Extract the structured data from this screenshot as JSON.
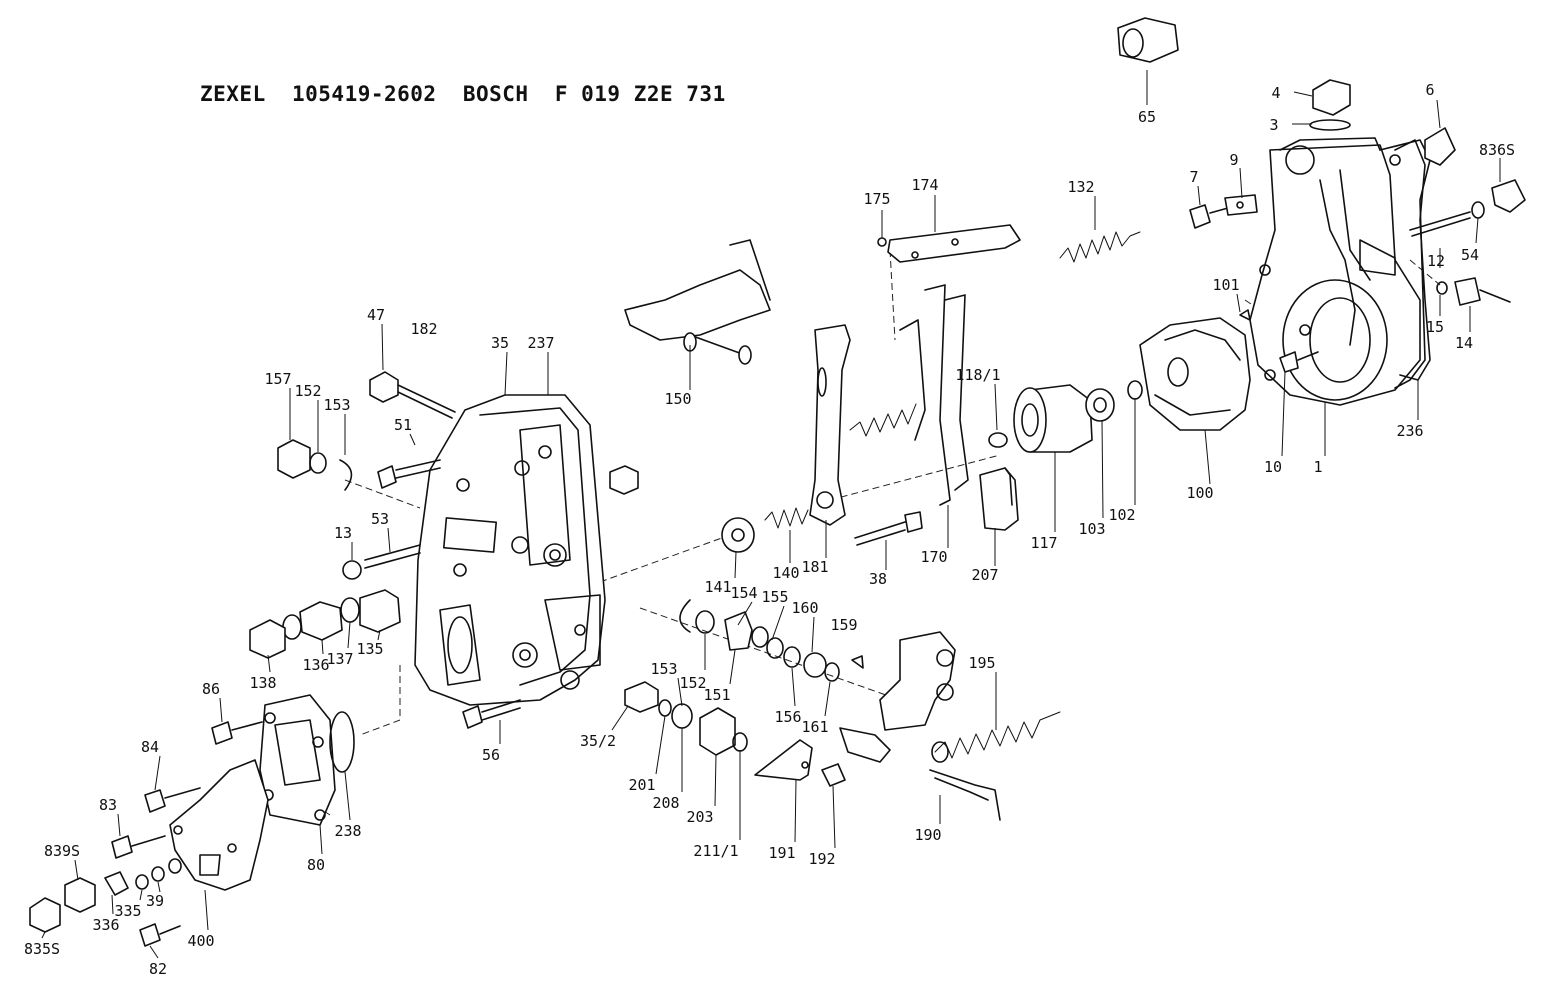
{
  "title": "ZEXEL  105419-2602  BOSCH  F 019 Z2E 731",
  "part_numbers": [
    "65",
    "4",
    "3",
    "6",
    "836S",
    "9",
    "7",
    "12",
    "54",
    "15",
    "14",
    "175",
    "174",
    "132",
    "101",
    "236",
    "10",
    "1",
    "100",
    "118/1",
    "102",
    "103",
    "117",
    "47",
    "182",
    "35",
    "237",
    "157",
    "152",
    "153",
    "51",
    "150",
    "13",
    "53",
    "181",
    "170",
    "207",
    "141",
    "140",
    "38",
    "138",
    "136",
    "137",
    "135",
    "154",
    "155",
    "160",
    "159",
    "153",
    "152",
    "151",
    "156",
    "161",
    "195",
    "86",
    "84",
    "83",
    "839S",
    "336",
    "335",
    "39",
    "835S",
    "82",
    "400",
    "80",
    "238",
    "56",
    "35/2",
    "201",
    "208",
    "203",
    "211/1",
    "191",
    "192",
    "190"
  ]
}
